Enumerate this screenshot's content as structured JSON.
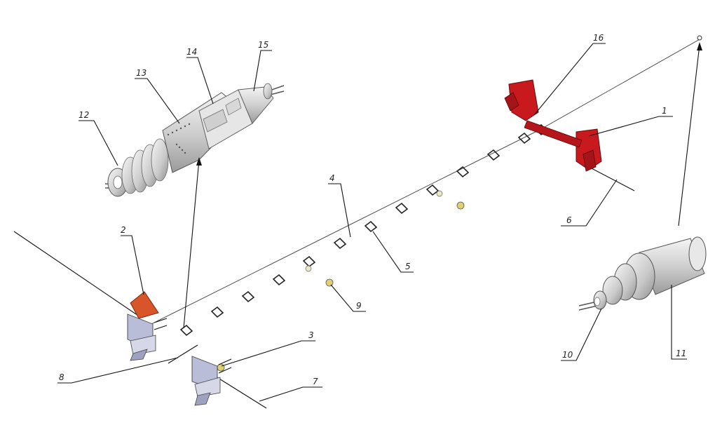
{
  "callouts": {
    "c1": "1",
    "c2": "2",
    "c3": "3",
    "c4": "4",
    "c5": "5",
    "c6": "6",
    "c7": "7",
    "c8": "8",
    "c9": "9",
    "c10": "10",
    "c11": "11",
    "c12": "12",
    "c13": "13",
    "c14": "14",
    "c15": "15",
    "c16": "16"
  },
  "colors": {
    "bracket_red": "#c8191e",
    "reflector_orange": "#d8552a",
    "panel_blue": "#b9bdd8",
    "small_yellow": "#e0d070",
    "housing_gray": "#dadada"
  },
  "icons": {
    "bracket": "mounting-bracket-icon",
    "clip": "cable-clip-icon",
    "connector": "cable-connector-icon"
  }
}
